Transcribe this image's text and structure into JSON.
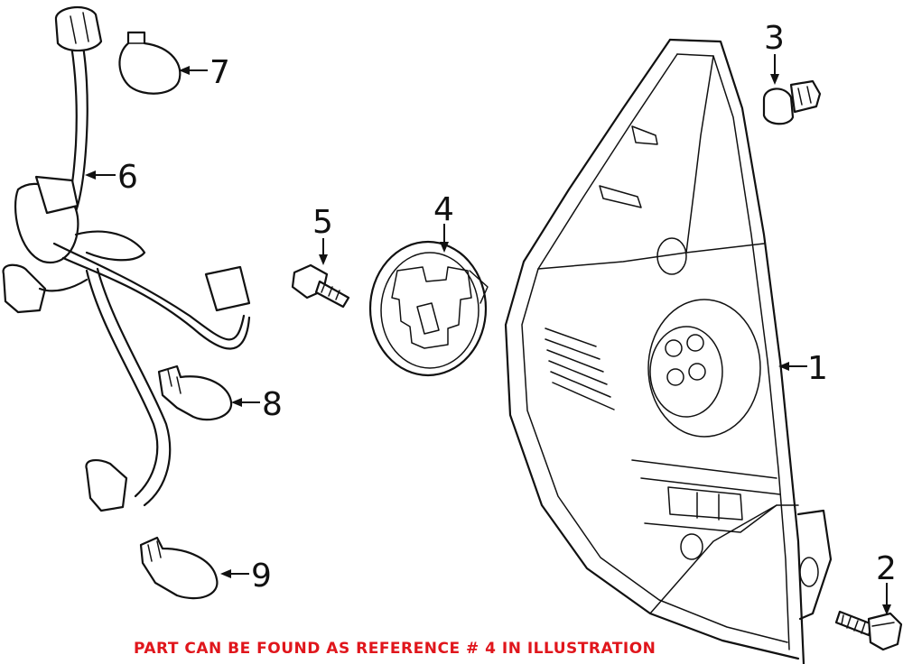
{
  "callouts": {
    "c1": "1",
    "c2": "2",
    "c3": "3",
    "c4": "4",
    "c5": "5",
    "c6": "6",
    "c7": "7",
    "c8": "8",
    "c9": "9"
  },
  "note": "PART CAN BE FOUND AS REFERENCE # 4 IN ILLUSTRATION",
  "colors": {
    "note": "#e0161c",
    "lines": "#111111"
  }
}
